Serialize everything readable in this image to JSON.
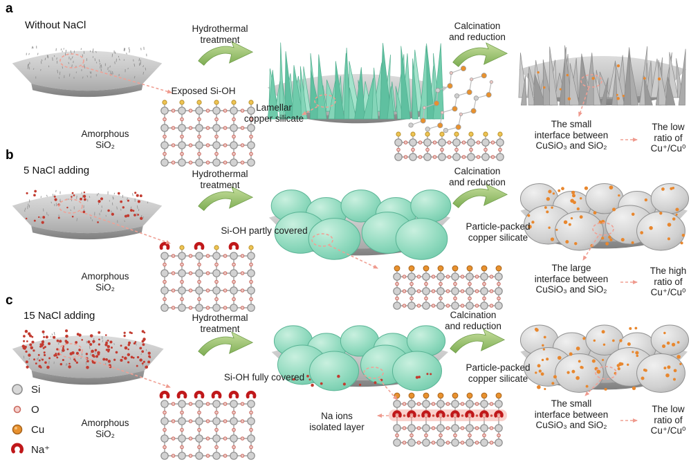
{
  "figure": {
    "rows": {
      "a": {
        "panel_label": "a",
        "condition": "Without NaCl",
        "step1": "Hydrothermal\ntreatment",
        "surface_callout": "Exposed Si-OH",
        "substrate": "Amorphous\nSiO₂",
        "step2": "Calcination\nand reduction",
        "product_callout": "Lamellar\ncopper silicate",
        "interface": "The small\ninterface between\nCuSiO₃ and SiO₂",
        "ratio": "The low\nratio of\nCu⁺/Cu⁰"
      },
      "b": {
        "panel_label": "b",
        "condition": "5 NaCl adding",
        "step1": "Hydrothermal\ntreatment",
        "surface_callout": "Si-OH partly covered",
        "substrate": "Amorphous\nSiO₂",
        "step2": "Calcination\nand reduction",
        "product_callout": "Particle-packed\ncopper silicate",
        "interface": "The large\ninterface between\nCuSiO₃ and SiO₂",
        "ratio": "The high\nratio of\nCu⁺/Cu⁰"
      },
      "c": {
        "panel_label": "c",
        "condition": "15 NaCl adding",
        "step1": "Hydrothermal\ntreatment",
        "surface_callout": "Si-OH fully covered",
        "substrate": "Amorphous\nSiO₂",
        "step2": "Calcination\nand reduction",
        "product_callout": "Particle-packed\ncopper silicate",
        "na_callout": "Na ions\nisolated layer",
        "interface": "The small\ninterface between\nCuSiO₃ and SiO₂",
        "ratio": "The low\nratio of\nCu⁺/Cu⁰"
      }
    },
    "legend": {
      "items": [
        {
          "label": "Si"
        },
        {
          "label": "O"
        },
        {
          "label": "Cu"
        },
        {
          "label": "Na⁺"
        }
      ]
    },
    "colors": {
      "teal": "#8ad8bb",
      "arrow_green": "#8fbf69",
      "copper_orange": "#e8912e",
      "sodium_red": "#c0181a",
      "oxygen_pink": "#eec7c3",
      "silicon_gray": "#d2d2d2",
      "hydroxyl_yellow": "#eec453",
      "callout_pink": "#f0a094"
    }
  }
}
